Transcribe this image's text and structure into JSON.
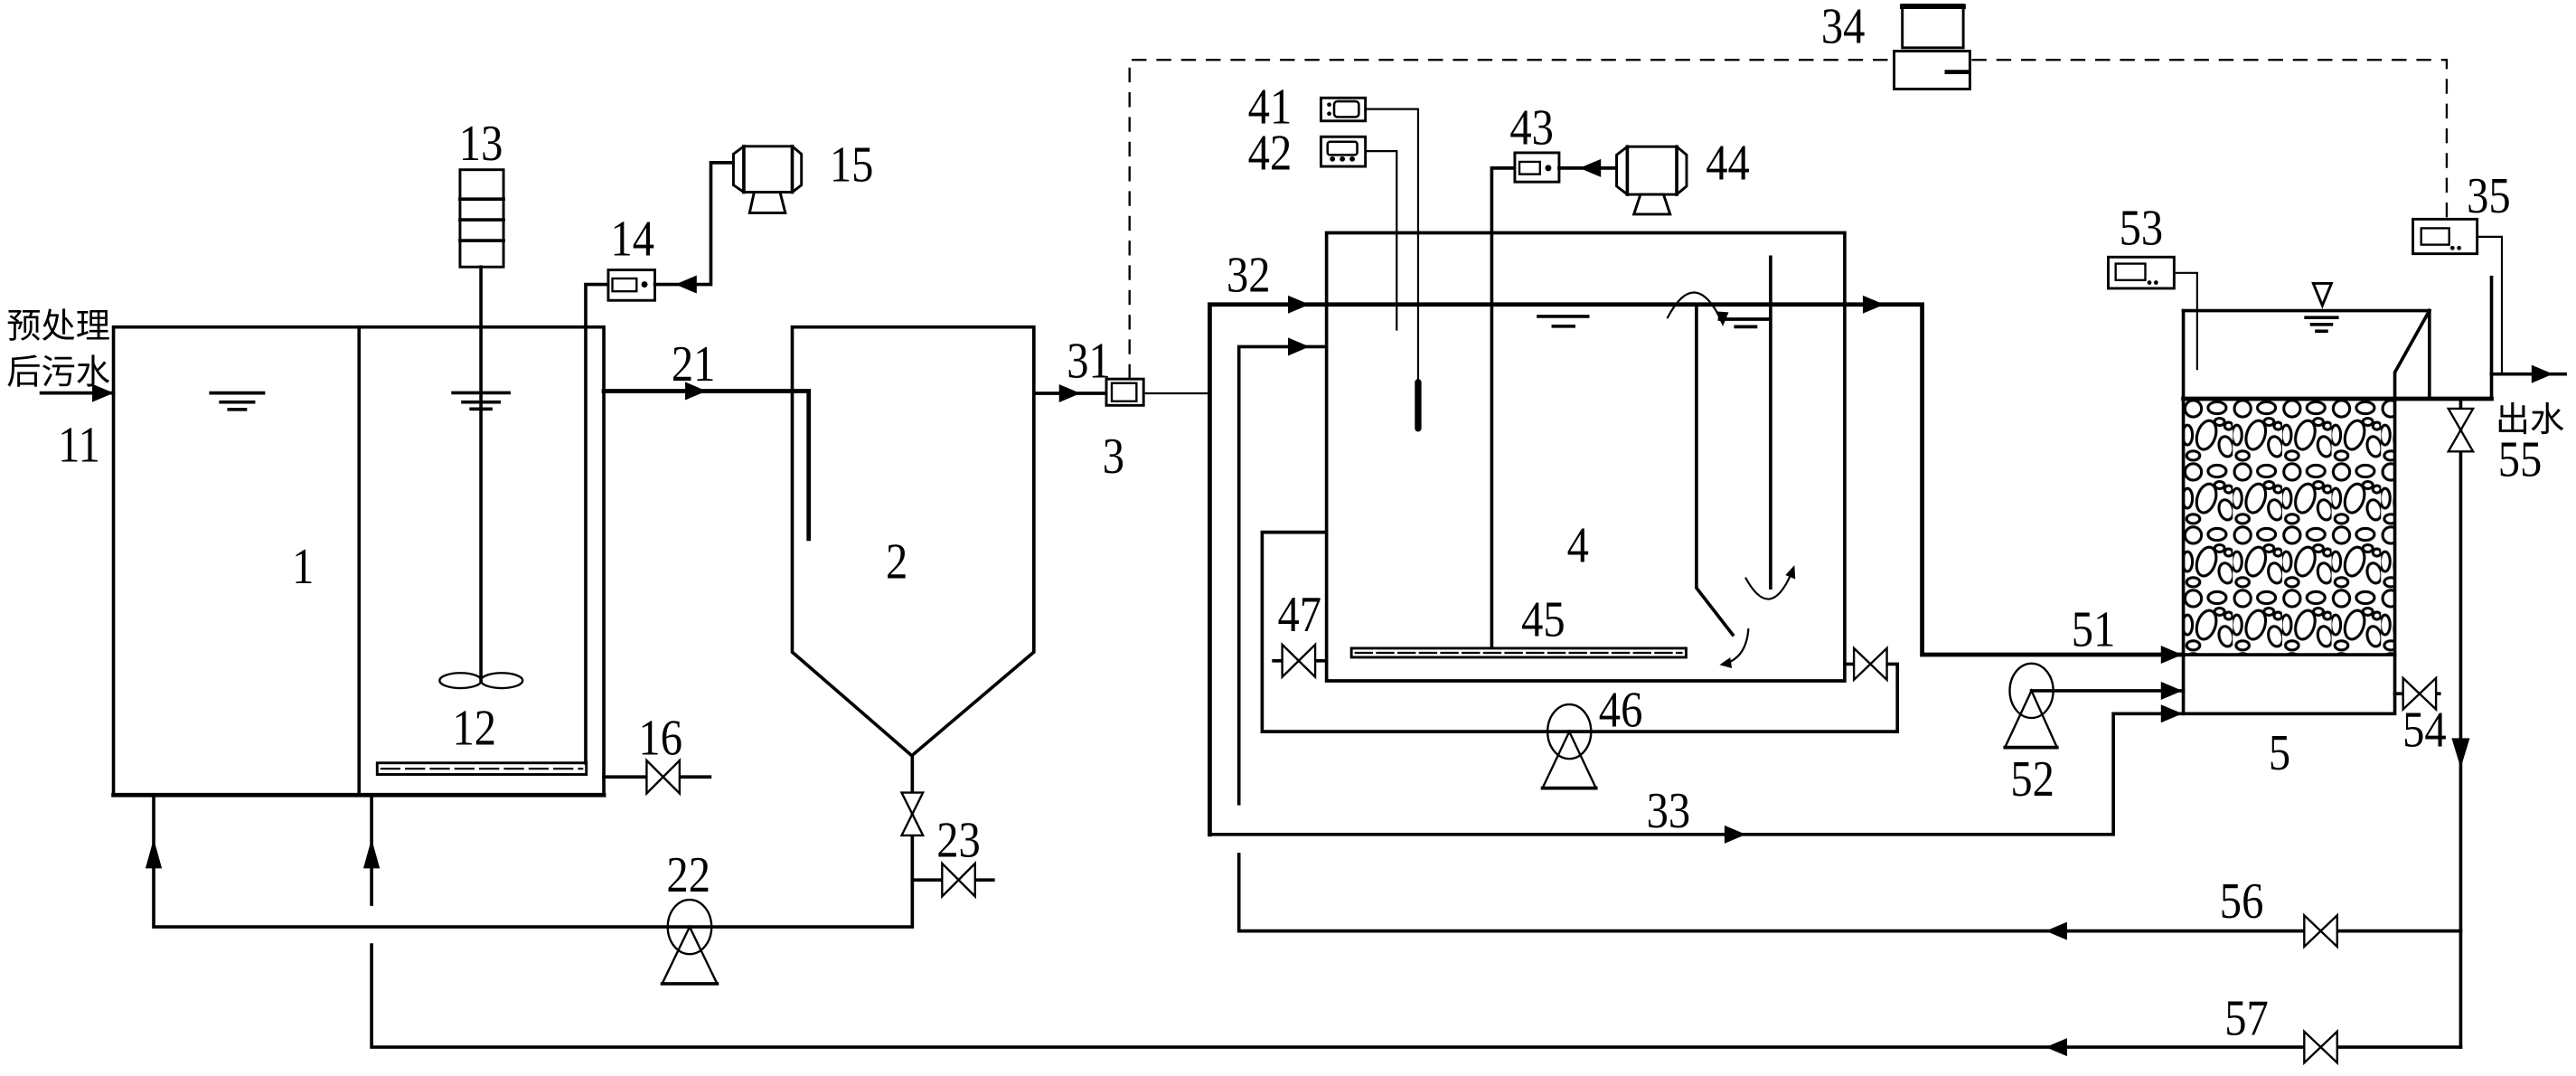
{
  "colors": {
    "ink": "#000000",
    "paper": "#ffffff"
  },
  "inlet": {
    "label_line1": "预处理",
    "label_line2": "后污水",
    "number": "11"
  },
  "stage1": {
    "tank": "1",
    "diffuser": "12",
    "mixer": "13",
    "flowmeter": "14",
    "blower": "15",
    "drain_valve": "16"
  },
  "stage2": {
    "tank": "2",
    "inlet_pipe": "21",
    "return_pump": "22",
    "sludge_valve": "23"
  },
  "control": {
    "system": "3",
    "sensor_in": "31",
    "main_line": "32",
    "bypass_line": "33",
    "computer": "34",
    "sensor_out": "35"
  },
  "stage4": {
    "tank": "4",
    "probe_a": "41",
    "probe_b": "42",
    "flowmeter": "43",
    "blower": "44",
    "diffuser": "45",
    "recirc_pump": "46",
    "drain_valve": "47"
  },
  "stage5": {
    "tank": "5",
    "inlet_pipe": "51",
    "pump": "52",
    "probe": "53",
    "drain_valve": "54",
    "outlet_valve": "55",
    "return_line_a": "56",
    "return_line_b": "57"
  },
  "outlet": {
    "label": "出水"
  },
  "symbols": [
    "valve-icon",
    "pump-icon",
    "blower-icon",
    "flowmeter-icon",
    "mixer-motor-icon",
    "impeller-icon",
    "diffuser-icon",
    "sensor-icon",
    "probe-icon",
    "computer-icon",
    "water-level-icon",
    "flow-arrow-icon",
    "pebble-media"
  ]
}
